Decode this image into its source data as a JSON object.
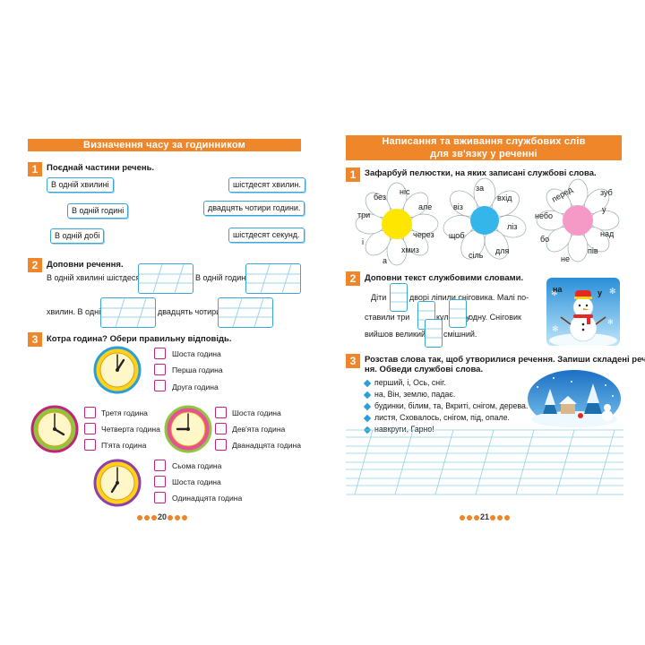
{
  "left": {
    "title": "Визначення часу за годинником",
    "task1": {
      "num": "1",
      "text": "Поєднай частини речень.",
      "left_items": [
        "В одній хвилині",
        "В одній годині",
        "В одній добі"
      ],
      "right_items": [
        "шістдесят хвилин.",
        "двадцять чотири години.",
        "шістдесят секунд."
      ]
    },
    "task2": {
      "num": "2",
      "text": "Доповни речення.",
      "line1_a": "В одній хвилині шістдесят",
      "line1_b": "В одній годині",
      "line2_a": "хвилин. В одній",
      "line2_b": "двадцять чотири"
    },
    "task3": {
      "num": "3",
      "text": "Котра година? Обери правильну відповідь.",
      "clock1": [
        "Шоста година",
        "Перша година",
        "Друга година"
      ],
      "clock2": [
        "Третя година",
        "Четверта година",
        "П'ята година"
      ],
      "clock3": [
        "Шоста година",
        "Дев'ята година",
        "Дванадцята година"
      ],
      "clock4": [
        "Сьома година",
        "Шоста година",
        "Одинадцята година"
      ]
    },
    "page_number": "20"
  },
  "right": {
    "title_line1": "Написання та вживання службових слів",
    "title_line2": "для зв'язку у реченні",
    "task1": {
      "num": "1",
      "text": "Зафарбуй пелюстки, на яких записані службові слова.",
      "flower1": [
        "без",
        "ніс",
        "але",
        "через",
        "хмиз",
        "а",
        "і",
        "три"
      ],
      "flower2": [
        "за",
        "вхід",
        "ліз",
        "для",
        "сіль",
        "щоб",
        "віз"
      ],
      "flower3": [
        "перед",
        "зуб",
        "у",
        "над",
        "пів",
        "не",
        "бо",
        "небо"
      ]
    },
    "task2": {
      "num": "2",
      "text": "Доповни текст службовими словами.",
      "l1_a": "Діти",
      "l1_b": "дворі ліпили сніговика.  Малі по-",
      "l2_a": "ставили  три",
      "l2_b": "кулі  одну",
      "l2_c": "одну.  Сніговик",
      "l3_a": "вийшов великий",
      "l3_b": "смішний.",
      "pic_words": [
        "на",
        "у"
      ]
    },
    "task3": {
      "num": "3",
      "text_line1": "Розстав слова так, щоб утворилися речення. Запиши складені речен-",
      "text_line2": "ня. Обведи службові слова.",
      "items": [
        "перший, і, Ось, сніг.",
        "на, Він, землю, падає.",
        "будинки, білим, та, Вкриті, снігом, дерева.",
        "листя, Сховалось, снігом, під, опале.",
        "навкруги, Гарно!"
      ]
    },
    "page_number": "21"
  },
  "colors": {
    "accent": "#f0862a",
    "blue": "#3aa6d8",
    "magenta": "#c0257a",
    "yellow": "#ffe600",
    "cyan": "#35b6ea",
    "pink": "#f59ac6"
  }
}
